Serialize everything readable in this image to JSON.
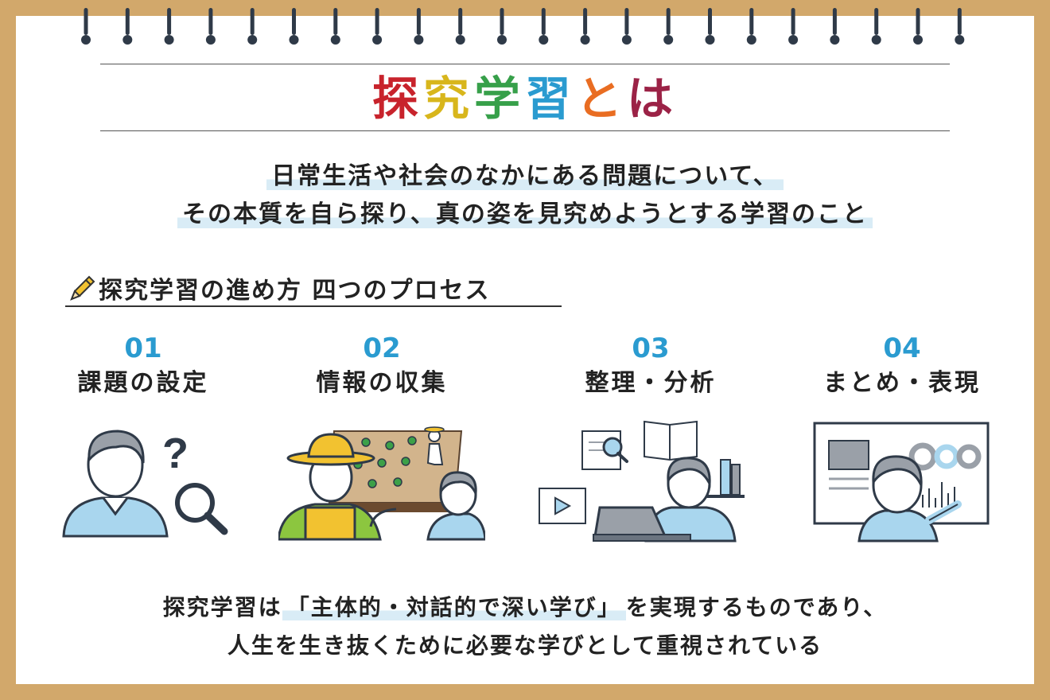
{
  "title": {
    "chars": [
      "探",
      "究",
      "学",
      "習",
      "と",
      "は"
    ],
    "colors": [
      "#c8232c",
      "#d8b61c",
      "#37a04a",
      "#2a9bd0",
      "#e96d22",
      "#9b2246"
    ]
  },
  "intro": {
    "line1": "日常生活や社会のなかにある問題について、",
    "line2": "その本質を自ら探り、真の姿を見究めようとする学習のこと"
  },
  "process": {
    "heading": "探究学習の進め方 四つのプロセス",
    "heading_icon": "pencil-icon",
    "steps": [
      {
        "num": "01",
        "label": "課題の設定",
        "icon": "person-question-magnifier"
      },
      {
        "num": "02",
        "label": "情報の収集",
        "icon": "farmer-field-survey"
      },
      {
        "num": "03",
        "label": "整理・分析",
        "icon": "person-laptop-books"
      },
      {
        "num": "04",
        "label": "まとめ・表現",
        "icon": "person-presentation-board"
      }
    ]
  },
  "closing": {
    "line1_pre": "探究学習は",
    "line1_highlight": "「主体的・対話的で深い学び」",
    "line1_post": "を実現するものであり、",
    "line2": "人生を生き抜くために必要な学びとして重視されている"
  },
  "colors": {
    "frame": "#d2a86b",
    "accent_blue": "#2a9bd0",
    "highlight": "#d9ecf6",
    "line_dark": "#2f3a48",
    "skin_blue": "#a9d6ee"
  }
}
